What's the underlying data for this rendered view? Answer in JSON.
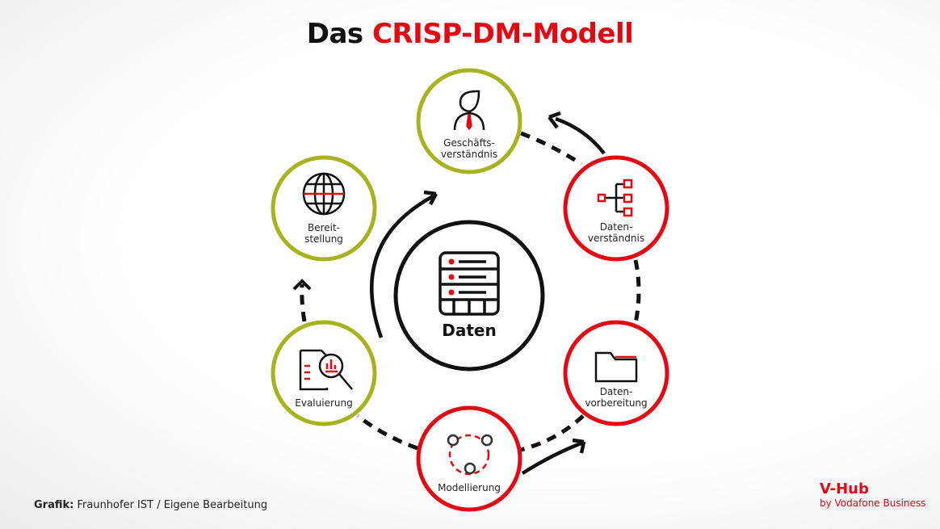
{
  "title": {
    "prefix": "Das",
    "highlight": "CRISP-DM-Modell"
  },
  "center": {
    "label": "Daten",
    "icon": "server-icon"
  },
  "phases": [
    {
      "lines": [
        "Geschäfts-",
        "verständnis"
      ],
      "icon": "businessman-icon",
      "color": "#a7b21f"
    },
    {
      "lines": [
        "Daten-",
        "verständnis"
      ],
      "icon": "hierarchy-icon",
      "color": "#e30613"
    },
    {
      "lines": [
        "Daten-",
        "vorbereitung"
      ],
      "icon": "folder-icon",
      "color": "#e30613"
    },
    {
      "lines": [
        "Modellierung"
      ],
      "icon": "network-icon",
      "color": "#e30613"
    },
    {
      "lines": [
        "Evaluierung"
      ],
      "icon": "report-magnifier-icon",
      "color": "#a7b21f"
    },
    {
      "lines": [
        "Bereit-",
        "stellung"
      ],
      "icon": "globe-icon",
      "color": "#a7b21f"
    }
  ],
  "credit": {
    "label": "Grafik:",
    "text": "Fraunhofer IST / Eigene Bearbeitung"
  },
  "brand": {
    "name": "V-Hub",
    "sub": "by Vodafone Business"
  },
  "colors": {
    "red": "#e30613",
    "green": "#a7b21f",
    "black": "#111111"
  }
}
